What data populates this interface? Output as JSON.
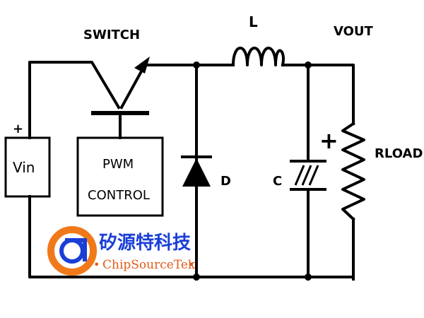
{
  "labels": {
    "switch": "SWITCH",
    "inductor": "L",
    "vout": "VOUT",
    "vin_plus": "+",
    "vin": "Vin",
    "pwm_line1": "PWM",
    "pwm_line2": "CONTROL",
    "diode": "D",
    "capacitor": "C",
    "cap_plus": "+",
    "load": "RLOAD"
  },
  "watermark": {
    "name_cn": "矽源特科技",
    "name_en": "ChipSourceTek",
    "bullet": "•"
  },
  "colors": {
    "wire": "#000000",
    "logo_orange": "#f07a1a",
    "logo_blue": "#1a3fd6"
  }
}
